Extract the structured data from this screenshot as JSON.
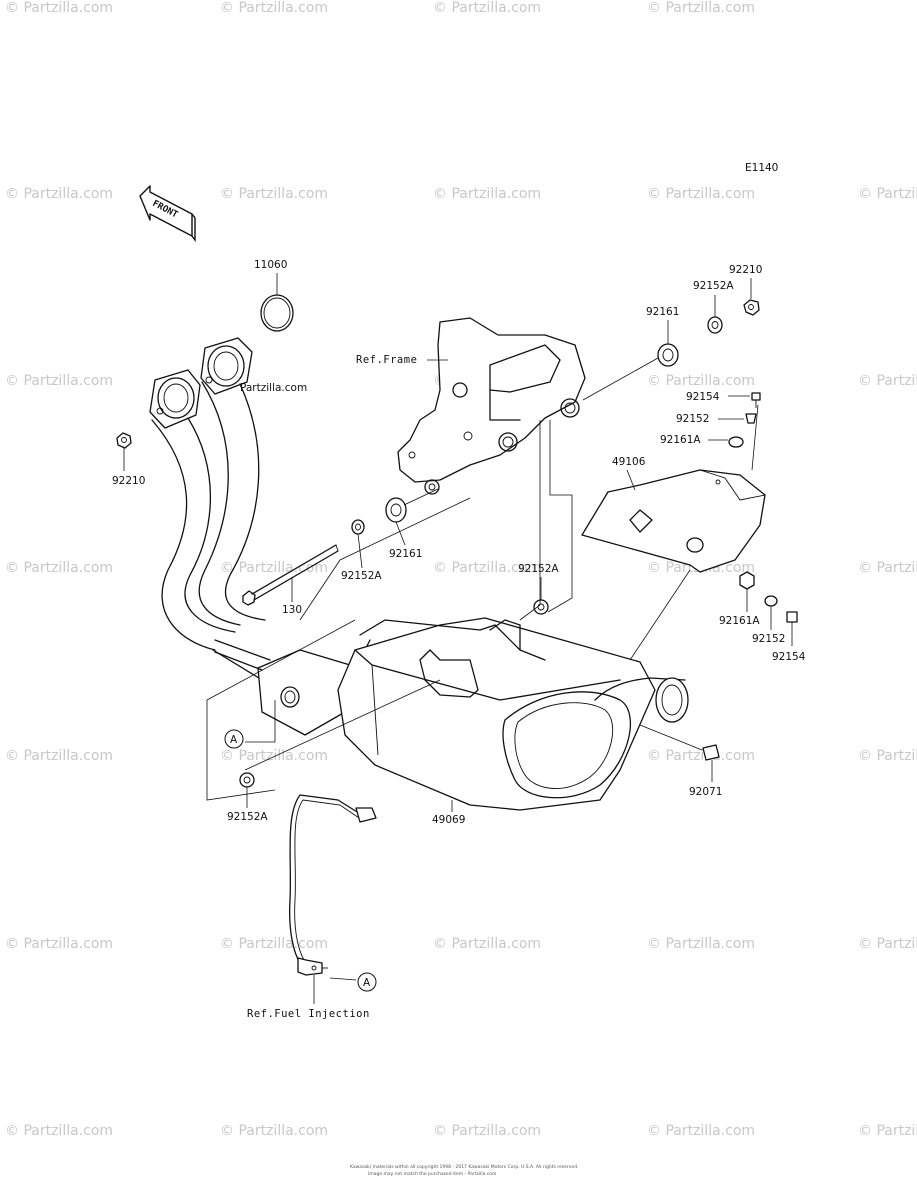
{
  "diagram_code": "E1140",
  "front_label": "FRONT",
  "watermark_text": "© Partzilla.com",
  "watermark_mid": "Partzilla.com",
  "callout_letter": "A",
  "footer_lines": [
    "Kawasaki materials within all copyright 1998 - 2017 Kawasaki Motors Corp. U.S.A. All rights reserved.",
    "Image may not match the purchased item - Partzilla.com"
  ],
  "refs": {
    "frame": "Ref.Frame",
    "fuel_injection": "Ref.Fuel Injection"
  },
  "part_labels": {
    "p11060": "11060",
    "p92210_left": "92210",
    "p92210_right": "92210",
    "p92152A_top": "92152A",
    "p92161_top": "92161",
    "p92154_top": "92154",
    "p92152_top": "92152",
    "p92161A_top": "92161A",
    "p49106": "49106",
    "p92152A_mid": "92152A",
    "p92161_mid": "92161",
    "p130": "130",
    "p92152A_right": "92152A",
    "p92161A_bottom": "92161A",
    "p92152_bottom": "92152",
    "p92154_bottom": "92154",
    "p92071": "92071",
    "p92152A_bottom": "92152A",
    "p49069": "49069"
  }
}
